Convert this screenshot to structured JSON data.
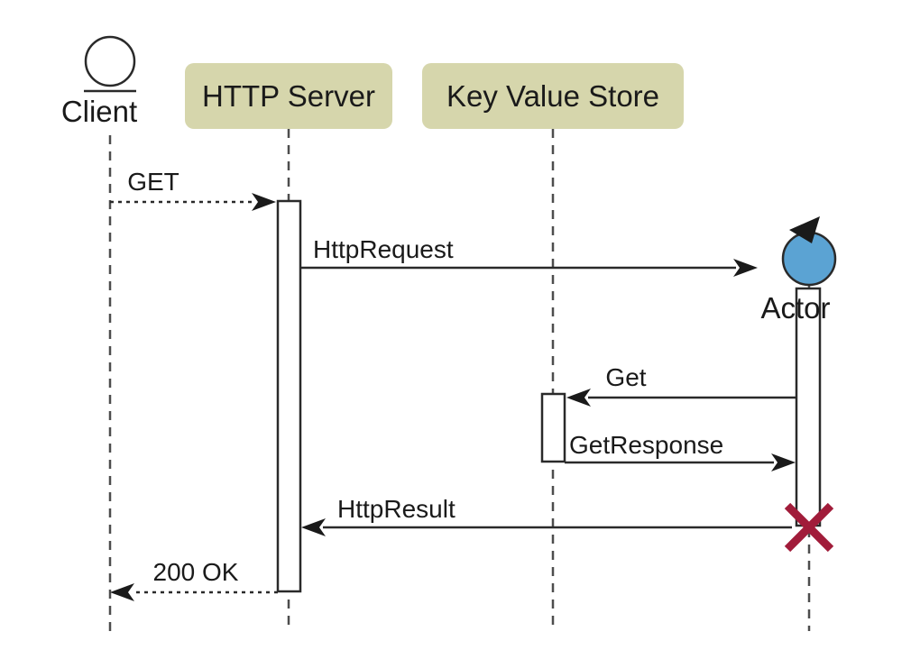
{
  "diagram": {
    "type": "sequence-diagram",
    "participants": [
      {
        "id": "client",
        "label": "Client",
        "kind": "entity-symbol"
      },
      {
        "id": "http-server",
        "label": "HTTP Server",
        "kind": "box"
      },
      {
        "id": "key-value-store",
        "label": "Key Value Store",
        "kind": "box"
      },
      {
        "id": "actor",
        "label": "Actor",
        "kind": "control-symbol",
        "destroyed": true
      }
    ],
    "messages": [
      {
        "label": "GET",
        "from": "client",
        "to": "http-server",
        "style": "dashed"
      },
      {
        "label": "HttpRequest",
        "from": "http-server",
        "to": "actor",
        "style": "solid"
      },
      {
        "label": "Get",
        "from": "actor",
        "to": "key-value-store",
        "style": "solid"
      },
      {
        "label": "GetResponse",
        "from": "key-value-store",
        "to": "actor",
        "style": "solid"
      },
      {
        "label": "HttpResult",
        "from": "actor",
        "to": "http-server",
        "style": "solid"
      },
      {
        "label": "200 OK",
        "from": "http-server",
        "to": "client",
        "style": "dashed"
      }
    ],
    "colors": {
      "participant_box": "#d6d6ac",
      "actor_fill": "#5ba3d3",
      "destroy_x": "#a11c3a",
      "line": "#2a2a2a",
      "lifeline": "#4d4d4d"
    }
  }
}
